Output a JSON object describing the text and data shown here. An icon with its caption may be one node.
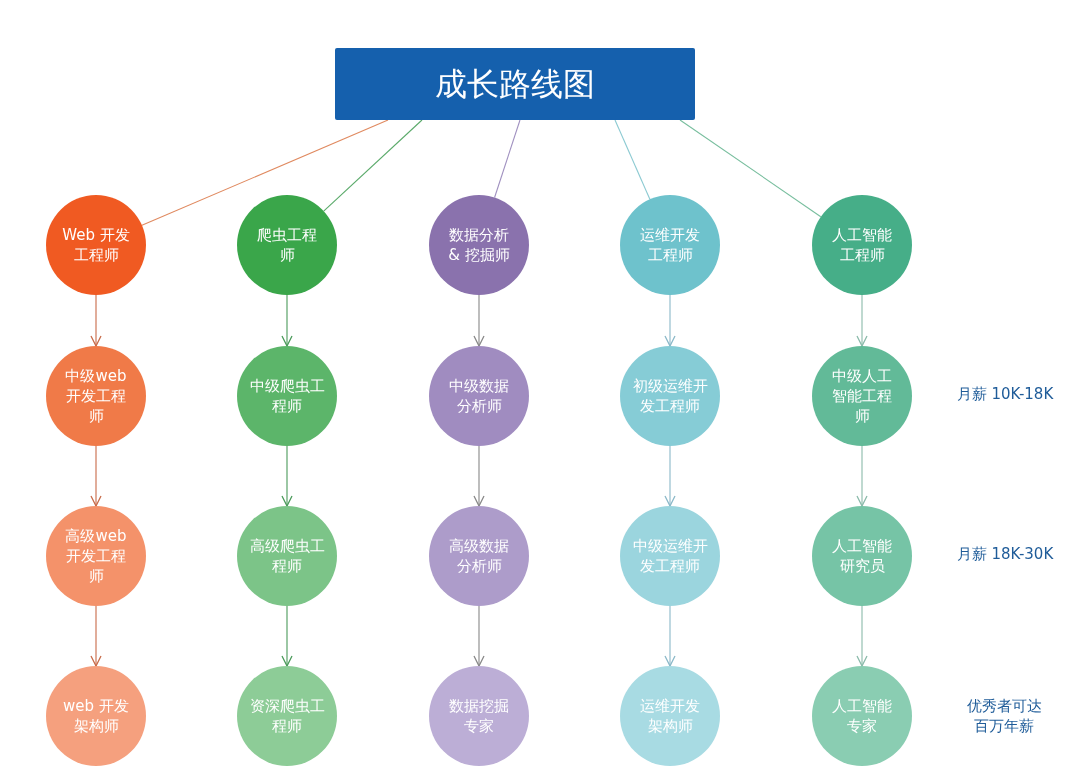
{
  "diagram": {
    "nodes": [
      {
        "text": [
          "成长路线图"
        ]
      },
      {
        "text": [
          "Web 开发工程师"
        ]
      },
      {
        "text": [
          "爬虫工程师"
        ]
      },
      {
        "text": [
          "数据分析& 挖掘师"
        ]
      },
      {
        "text": [
          "运维开发工程师"
        ]
      },
      {
        "text": [
          "人工智能工程师"
        ]
      },
      {
        "text": [
          "中级web 开发工程师"
        ]
      },
      {
        "text": [
          "中级爬虫工程师"
        ]
      },
      {
        "text": [
          "中级数据分析师"
        ]
      },
      {
        "text": [
          "初级运维开发工程师"
        ]
      },
      {
        "text": [
          "中级人工智能工程师"
        ]
      },
      {
        "text": [
          "高级web 开发工程师"
        ]
      },
      {
        "text": [
          "高级爬虫工程师"
        ]
      },
      {
        "text": [
          "高级数据分析师"
        ]
      },
      {
        "text": [
          "中级运维开发工程师"
        ]
      },
      {
        "text": [
          "人工智能研究员"
        ]
      },
      {
        "text": [
          "web 开发架构师"
        ]
      },
      {
        "text": [
          "资深爬虫工程师"
        ]
      },
      {
        "text": [
          "数据挖掘专家"
        ]
      },
      {
        "text": [
          "运维开发架构师"
        ]
      },
      {
        "text": [
          "人工智能专家"
        ]
      }
    ],
    "edges": [
      {
        "from": 0,
        "to": 1,
        "arrow": "none",
        "color": "#e08a60"
      },
      {
        "from": 0,
        "to": 2,
        "arrow": "none",
        "color": "#5aaa6a"
      },
      {
        "from": 0,
        "to": 3,
        "arrow": "none",
        "color": "#a090c0"
      },
      {
        "from": 0,
        "to": 4,
        "arrow": "none",
        "color": "#8ccad2"
      },
      {
        "from": 0,
        "to": 5,
        "arrow": "none",
        "color": "#78be9e"
      },
      {
        "from": 1,
        "to": 6,
        "arrow": "to",
        "color": "#c86a48"
      },
      {
        "from": 6,
        "to": 11,
        "arrow": "to",
        "color": "#c86a48"
      },
      {
        "from": 11,
        "to": 16,
        "arrow": "to",
        "color": "#c86a48"
      },
      {
        "from": 2,
        "to": 7,
        "arrow": "to",
        "color": "#4a9a5a"
      },
      {
        "from": 7,
        "to": 12,
        "arrow": "to",
        "color": "#4a9a5a"
      },
      {
        "from": 12,
        "to": 17,
        "arrow": "to",
        "color": "#4a9a5a"
      },
      {
        "from": 3,
        "to": 8,
        "arrow": "to",
        "color": "#888888"
      },
      {
        "from": 8,
        "to": 13,
        "arrow": "to",
        "color": "#888888"
      },
      {
        "from": 13,
        "to": 18,
        "arrow": "to",
        "color": "#888888"
      },
      {
        "from": 4,
        "to": 9,
        "arrow": "to",
        "color": "#8ab8c8"
      },
      {
        "from": 9,
        "to": 14,
        "arrow": "to",
        "color": "#8ab8c8"
      },
      {
        "from": 14,
        "to": 19,
        "arrow": "to",
        "color": "#8ab8c8"
      },
      {
        "from": 5,
        "to": 10,
        "arrow": "to",
        "color": "#8abaaa"
      },
      {
        "from": 10,
        "to": 15,
        "arrow": "to",
        "color": "#8abaaa"
      },
      {
        "from": 15,
        "to": 20,
        "arrow": "to",
        "color": "#8abaaa"
      }
    ],
    "labels": [
      "月薪 10K-18K",
      "月薪 18K-30K",
      "优秀者可达百万年薪"
    ]
  }
}
